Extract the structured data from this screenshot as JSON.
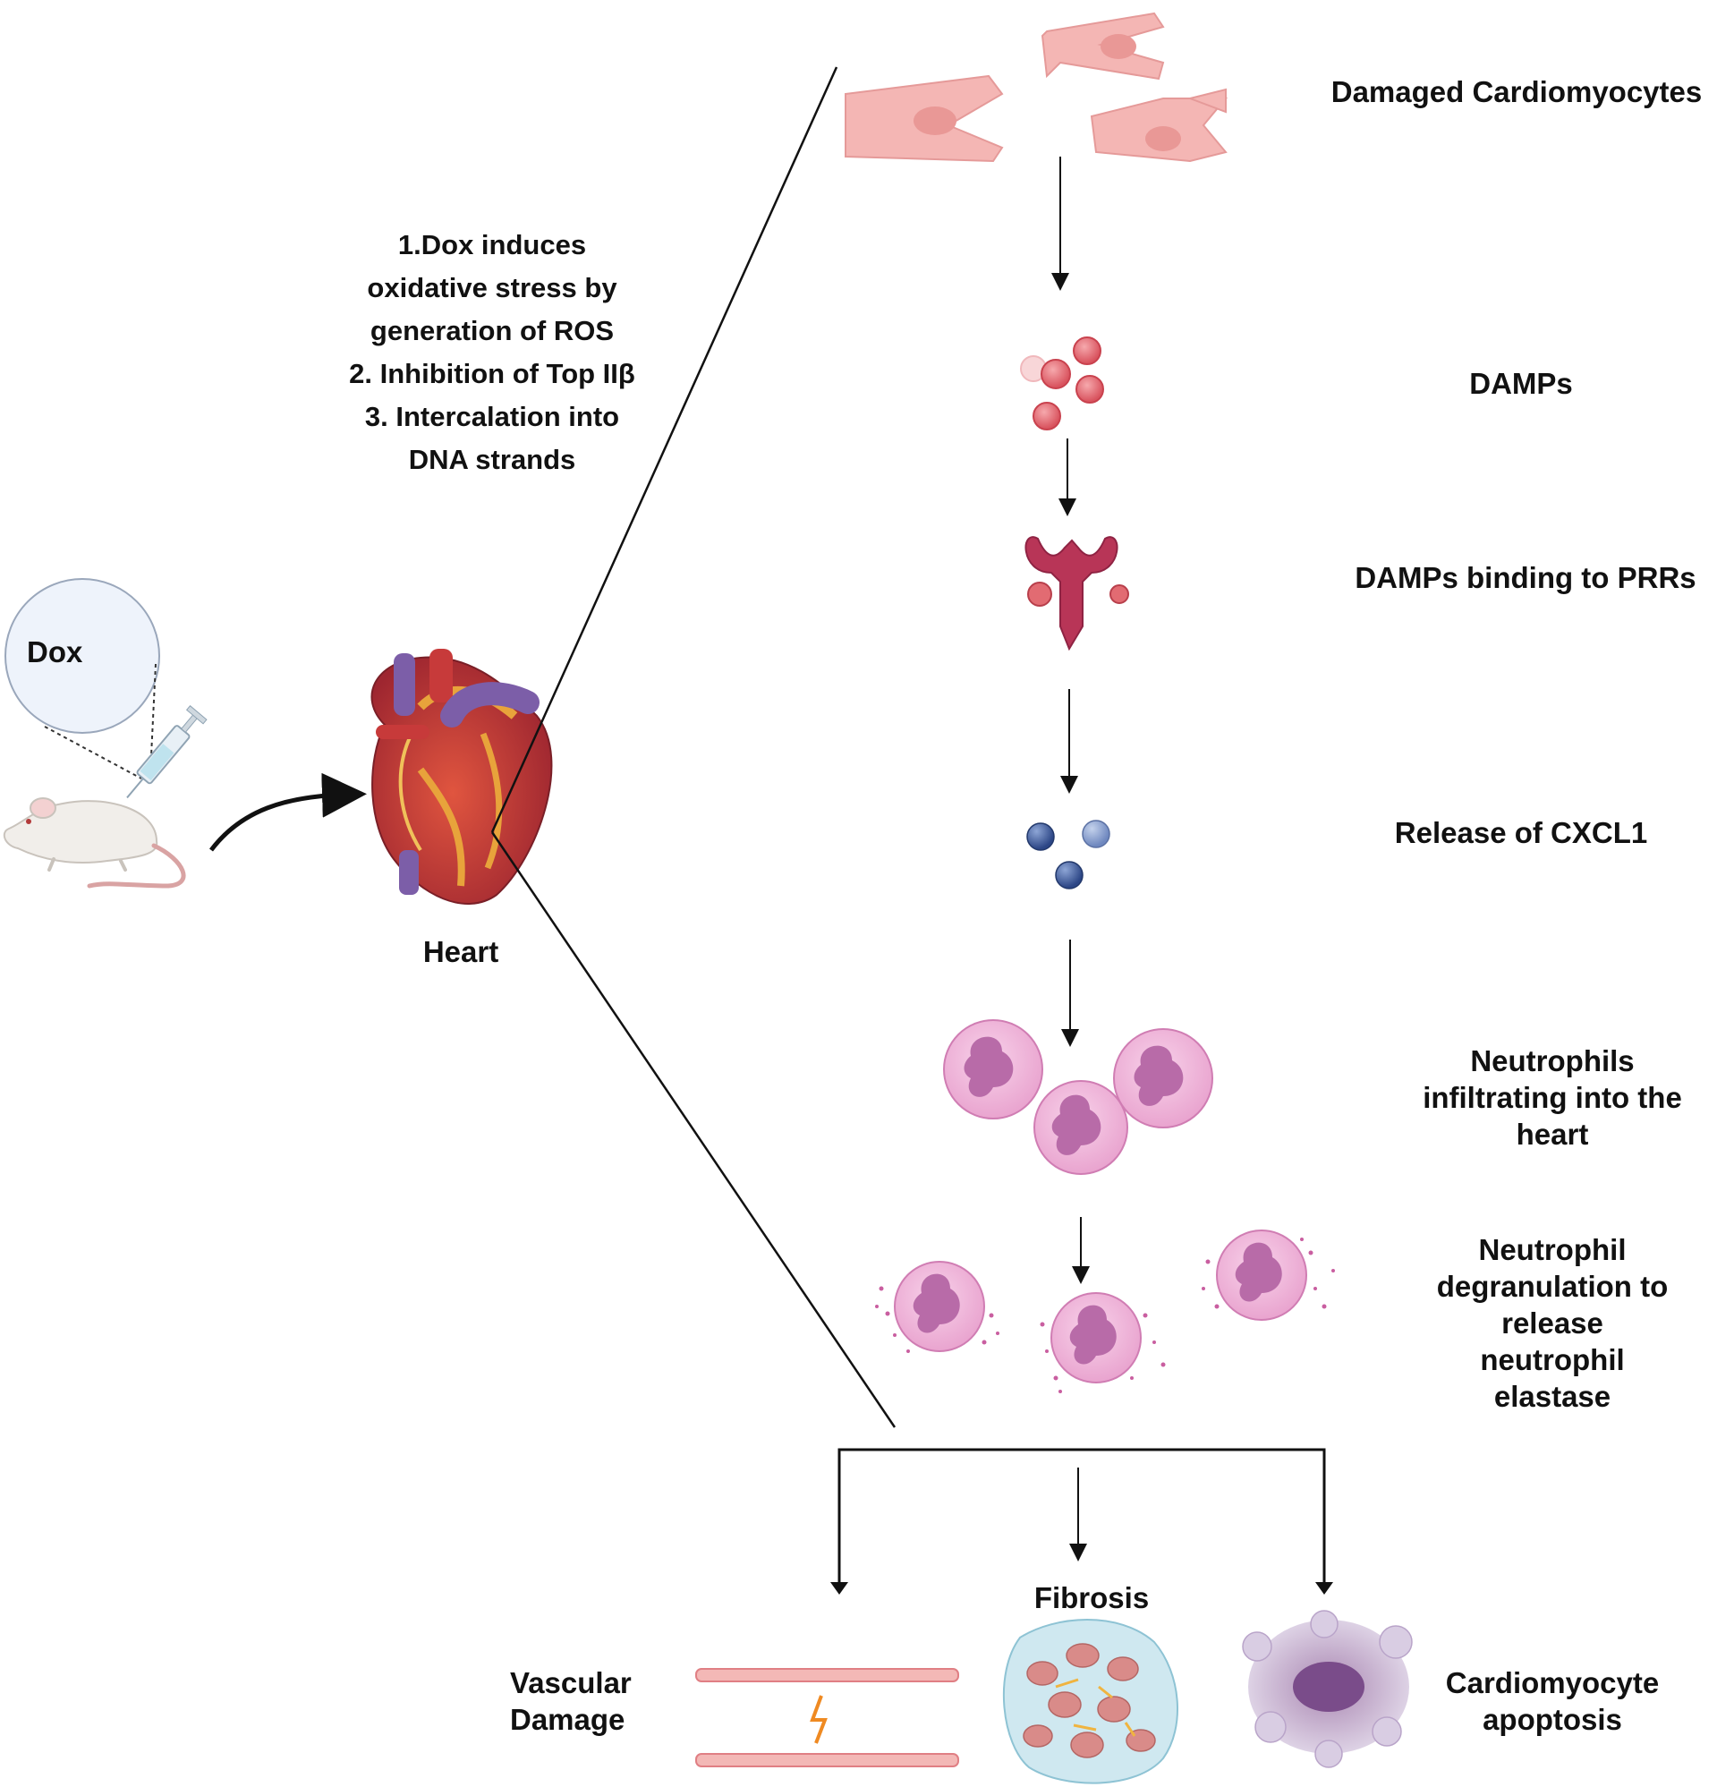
{
  "mechanism": {
    "step1": "1.Dox induces",
    "step1b": "oxidative stress  by",
    "step1c": "generation of  ROS",
    "step2": "2. Inhibition of Top IIβ",
    "step3": "3. Intercalation into",
    "step3b": "DNA strands"
  },
  "left": {
    "dox_label": "Dox",
    "heart_label": "Heart"
  },
  "pathway": {
    "damaged": "Damaged Cardiomyocytes",
    "damps": "DAMPs",
    "damps_binding": "DAMPs binding to PRRs",
    "cxcl1": "Release of CXCL1",
    "neutrophils_1": "Neutrophils",
    "neutrophils_2": "infiltrating into the",
    "neutrophils_3": "heart",
    "degran_1": "Neutrophil",
    "degran_2": "degranulation to",
    "degran_3": "release",
    "degran_4": "neutrophil",
    "degran_5": "elastase"
  },
  "outcomes": {
    "fibrosis": "Fibrosis",
    "vascular_1": "Vascular",
    "vascular_2": "Damage",
    "apoptosis_1": "Cardiomyocyte",
    "apoptosis_2": "apoptosis"
  },
  "colors": {
    "cardiomyocyte": "#f4b6b4",
    "damp": "#e26b72",
    "prr": "#b83557",
    "cxcl1": "#3d5a9e",
    "neutrophil": "#f2b5dc",
    "nucleus": "#b86ba8",
    "heart": "#c0392b",
    "vessel": "#7b5ea7"
  }
}
